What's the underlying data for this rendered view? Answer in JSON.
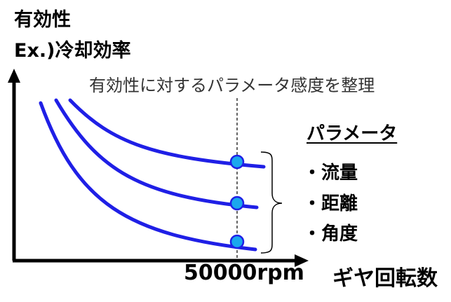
{
  "y_axis_label_line1": "有効性",
  "y_axis_label_line2": "Ex.)冷却効率",
  "annotation": "有効性に対するパラメータ感度を整理",
  "legend_heading": "パラメータ",
  "parameters": [
    "・流量",
    "・距離",
    "・角度"
  ],
  "marker_label": "50000rpm",
  "x_axis_label": "ギヤ回転数",
  "colors": {
    "curve": "#1f1fe6",
    "marker_fill": "#1aa7ee",
    "marker_stroke": "#1f1fe6",
    "axis": "#000000"
  }
}
